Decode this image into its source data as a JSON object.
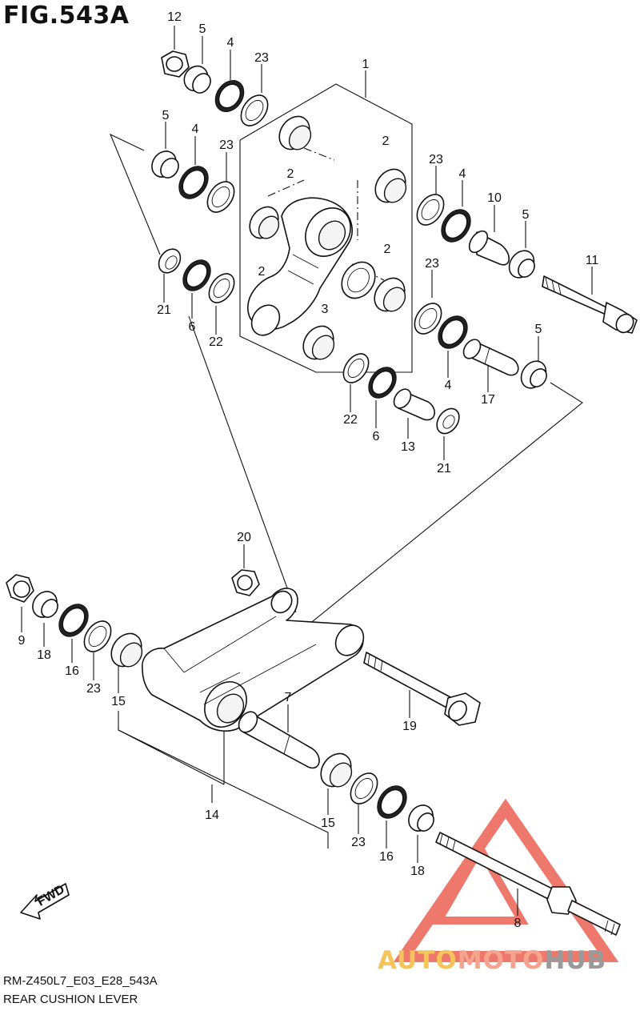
{
  "figure": {
    "title": "FIG.543A",
    "code": "RM-Z450L7_E03_E28_543A",
    "name": "REAR CUSHION LEVER",
    "fwd_label": "FWD"
  },
  "watermark": {
    "part1": "AUTO",
    "part2": "MOTO",
    "part3": "HUB",
    "colors": {
      "auto": "#f5c45a",
      "moto": "#f5a58f",
      "hub": "#9a9a9a",
      "triangle": "#e94b3c"
    }
  },
  "callouts": [
    "12",
    "5",
    "4",
    "23",
    "1",
    "5",
    "4",
    "23",
    "2",
    "2",
    "23",
    "4",
    "10",
    "5",
    "11",
    "2",
    "2",
    "21",
    "6",
    "22",
    "3",
    "23",
    "5",
    "4",
    "17",
    "22",
    "6",
    "13",
    "21",
    "20",
    "9",
    "18",
    "16",
    "23",
    "15",
    "7",
    "19",
    "14",
    "15",
    "23",
    "16",
    "18",
    "8"
  ]
}
